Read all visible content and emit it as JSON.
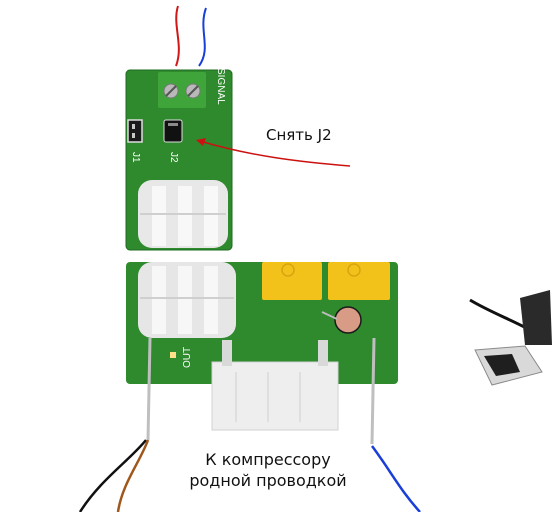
{
  "annotations": {
    "remove_jumper": "Снять J2",
    "compressor_line1": "К компрессору",
    "compressor_line2": "родной проводкой"
  },
  "board_silkscreen": {
    "signal": "SIGNAL",
    "j1": "J1",
    "j2": "J2",
    "out": "OUT"
  },
  "colors": {
    "pcb_green": "#2f8a2e",
    "terminal_green": "#3fa53a",
    "wire_red": "#d01818",
    "wire_blue": "#1a3fd8",
    "wire_black": "#111111",
    "wire_brown": "#a0571c",
    "relay_yellow": "#f2c21a",
    "arrow_red": "#cc1111"
  }
}
